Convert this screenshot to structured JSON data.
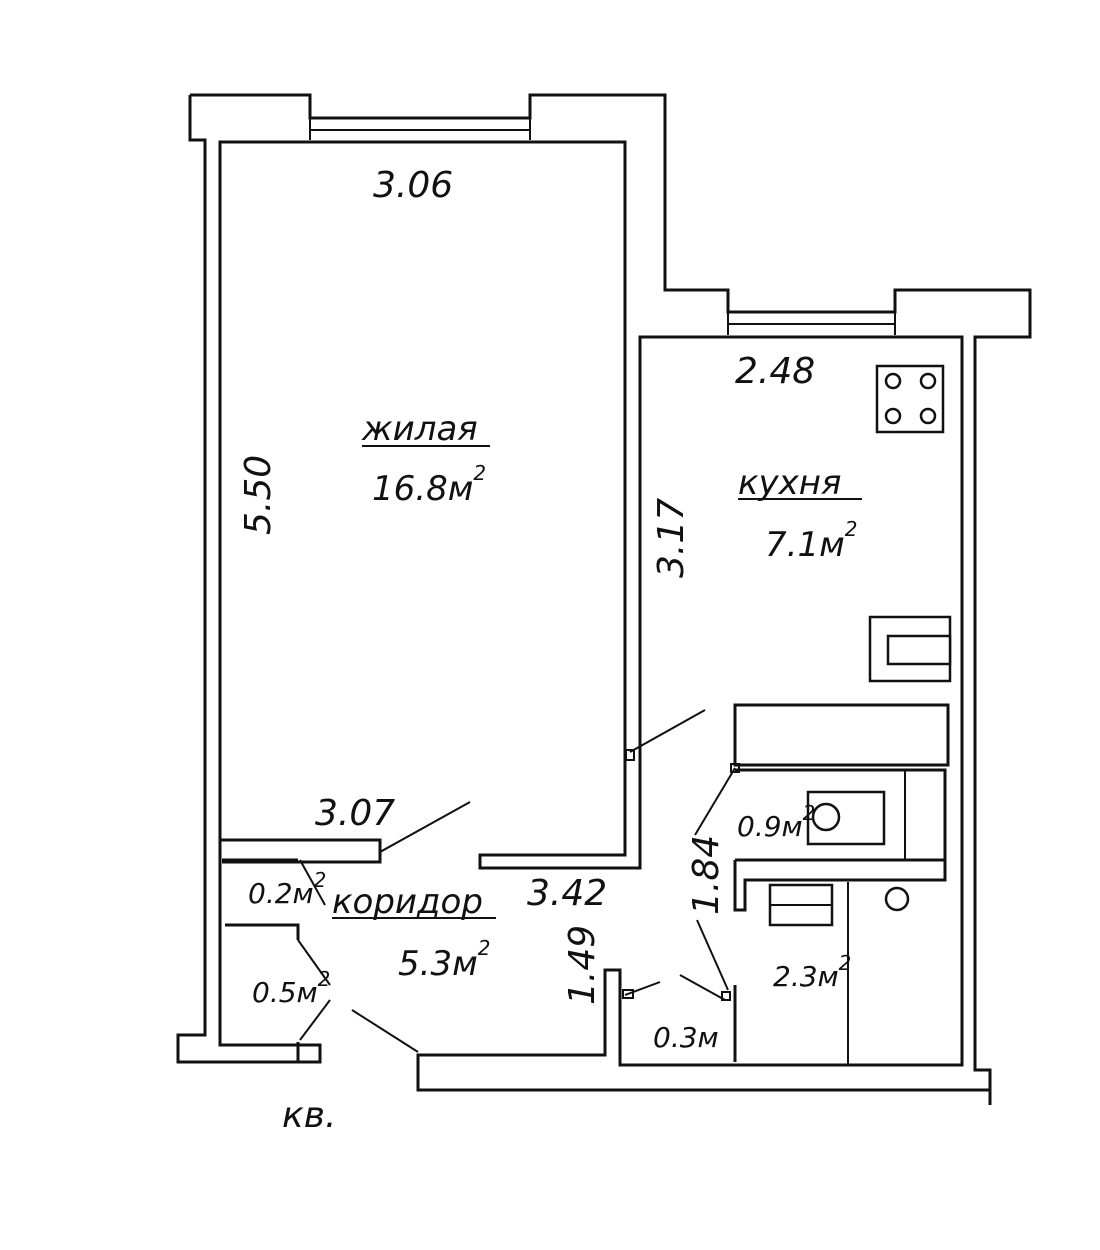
{
  "rooms": {
    "living": {
      "name": "жилая",
      "area": "16.8м",
      "sup": "2"
    },
    "kitchen": {
      "name": "кухня",
      "area": "7.1м",
      "sup": "2"
    },
    "corridor": {
      "name": "коридор",
      "area": "5.3м",
      "sup": "2"
    },
    "bath": {
      "area": "2.3м",
      "sup": "2"
    },
    "toilet": {
      "area": "0.9м",
      "sup": "2"
    },
    "closet_small": {
      "area": "0.2м",
      "sup": "2"
    },
    "closet": {
      "area": "0.5м",
      "sup": "2"
    },
    "niche": {
      "area": "0.3м"
    }
  },
  "dimensions": {
    "living_top": "3.06",
    "living_side": "5.50",
    "living_bottom": "3.07",
    "kitchen_top": "2.48",
    "kitchen_side": "3.17",
    "corridor_len": "3.42",
    "corridor_side": "1.49",
    "bath_side": "1.84"
  },
  "entrance_label": "кв.",
  "icons": [
    "stove-icon",
    "sink-icon",
    "toilet-icon",
    "bathtub-icon",
    "washbasin-icon"
  ]
}
